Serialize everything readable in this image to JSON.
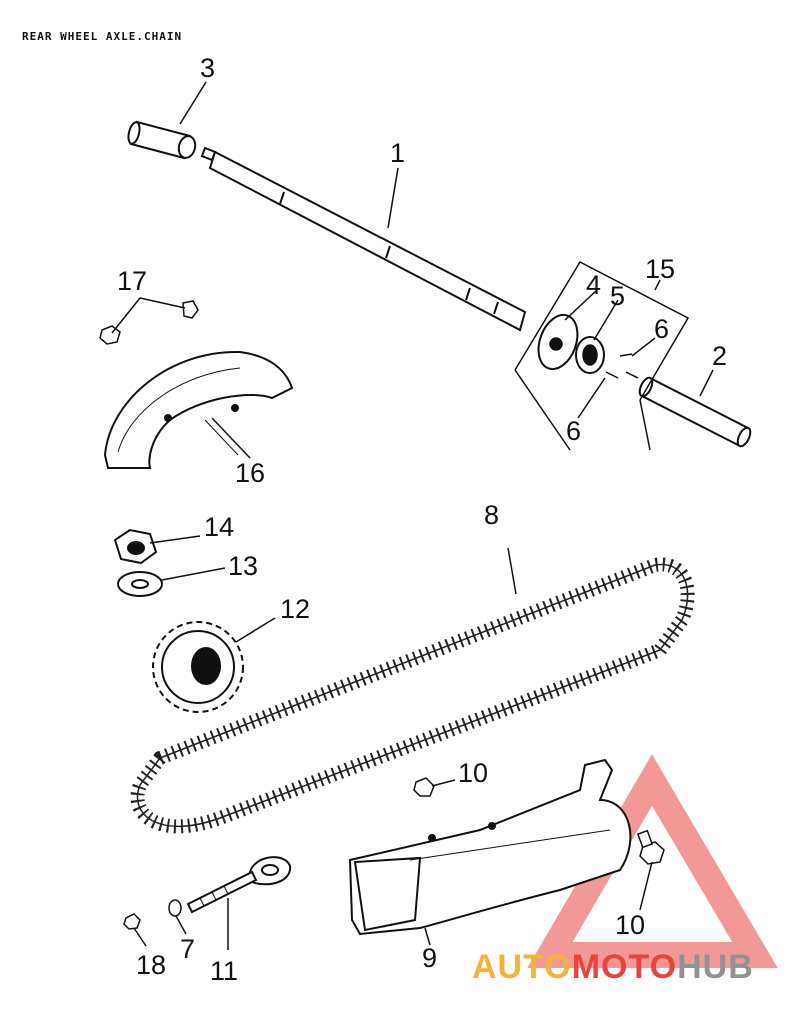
{
  "title": "REAR WHEEL AXLE.CHAIN",
  "callouts": [
    {
      "id": "callout-1",
      "text": "1"
    },
    {
      "id": "callout-2",
      "text": "2"
    },
    {
      "id": "callout-3",
      "text": "3"
    },
    {
      "id": "callout-4",
      "text": "4"
    },
    {
      "id": "callout-5",
      "text": "5"
    },
    {
      "id": "callout-6a",
      "text": "6"
    },
    {
      "id": "callout-6b",
      "text": "6"
    },
    {
      "id": "callout-7",
      "text": "7"
    },
    {
      "id": "callout-8",
      "text": "8"
    },
    {
      "id": "callout-9",
      "text": "9"
    },
    {
      "id": "callout-10a",
      "text": "10"
    },
    {
      "id": "callout-10b",
      "text": "10"
    },
    {
      "id": "callout-11",
      "text": "11"
    },
    {
      "id": "callout-12",
      "text": "12"
    },
    {
      "id": "callout-13",
      "text": "13"
    },
    {
      "id": "callout-14",
      "text": "14"
    },
    {
      "id": "callout-15",
      "text": "15"
    },
    {
      "id": "callout-16",
      "text": "16"
    },
    {
      "id": "callout-17",
      "text": "17"
    },
    {
      "id": "callout-18",
      "text": "18"
    }
  ],
  "watermark": {
    "part1": "AUTO",
    "part2": "MOTO",
    "part3": "HUB",
    "colors": {
      "auto": "#f2b33d",
      "moto": "#e8433f",
      "hub": "#8f9396",
      "triangle": "#e8433f"
    }
  }
}
